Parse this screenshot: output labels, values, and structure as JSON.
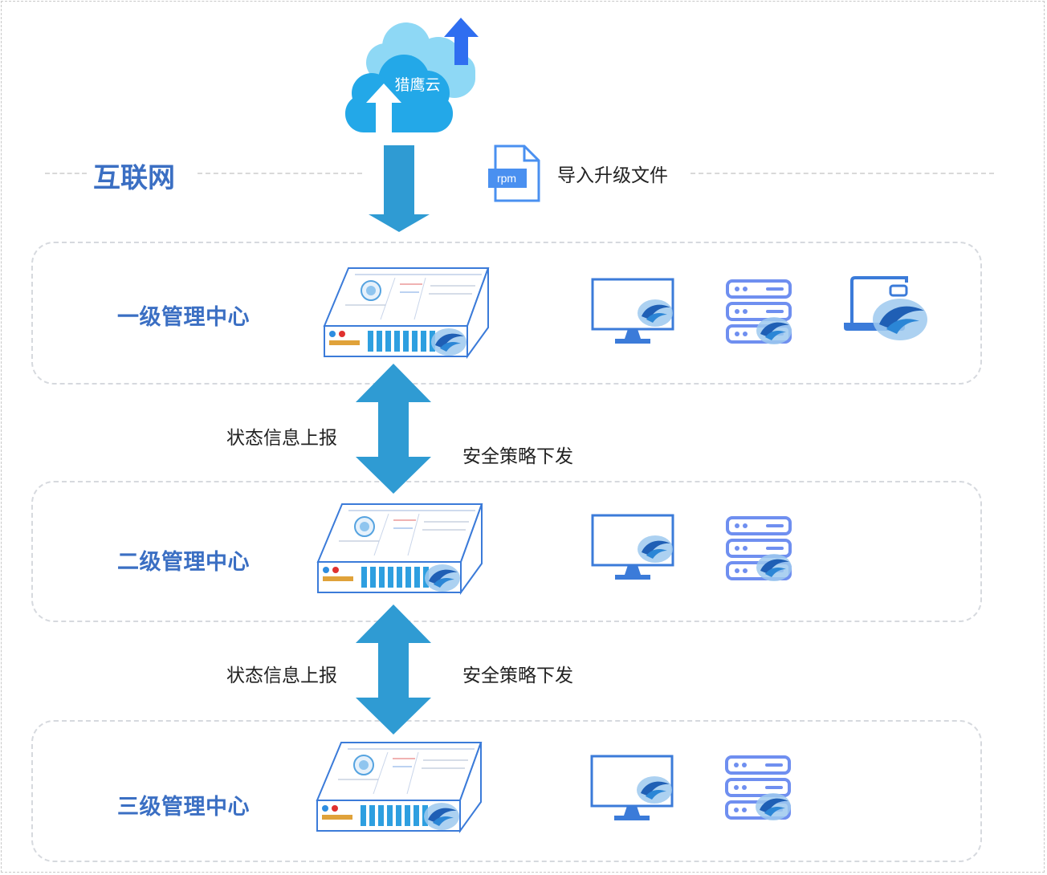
{
  "cloud": {
    "label": "猎鹰云"
  },
  "internet": {
    "label": "互联网"
  },
  "import": {
    "file_ext": "rpm",
    "label": "导入升级文件"
  },
  "levels": [
    {
      "label": "一级管理中心"
    },
    {
      "label": "二级管理中心"
    },
    {
      "label": "三级管理中心"
    }
  ],
  "flows": [
    {
      "up": "状态信息上报",
      "down": "安全策略下发"
    },
    {
      "up": "状态信息上报",
      "down": "安全策略下发"
    }
  ],
  "colors": {
    "label_blue": "#3b6fc3",
    "arrow_blue": "#2f9bd3",
    "cloud_front": "#23a8e8",
    "cloud_back": "#8ed8f5",
    "upload_blue": "#2f6ef0",
    "device_blue": "#3b7bd9",
    "server_blue": "#6f8ff0",
    "file_blue": "#4a90f0"
  },
  "icons": [
    "cloud-upload-icon",
    "rpm-file-icon",
    "appliance-icon",
    "monitor-icon",
    "server-stack-icon",
    "laptop-icon",
    "falcon-logo-icon"
  ]
}
